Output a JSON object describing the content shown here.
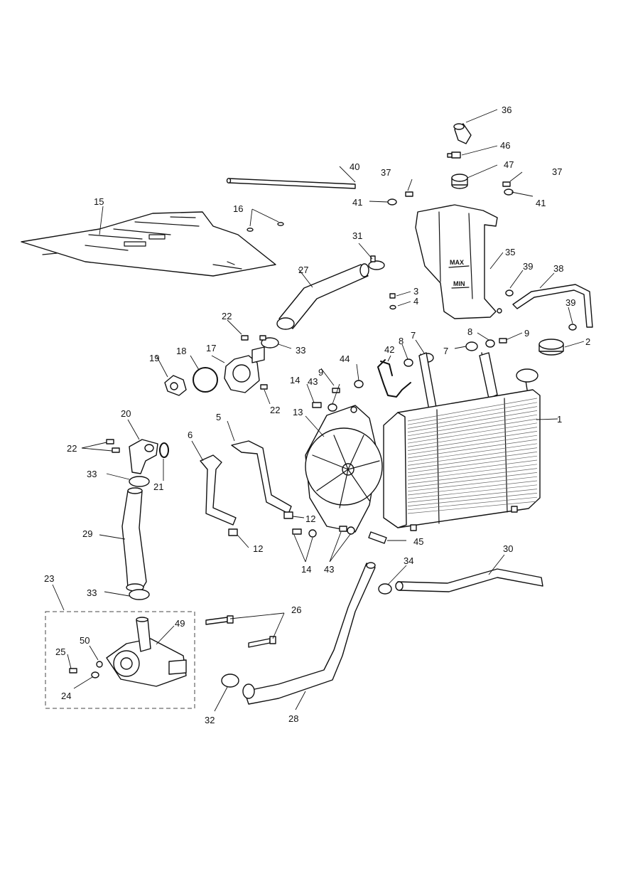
{
  "callouts": {
    "c1": "1",
    "c2": "2",
    "c3": "3",
    "c4": "4",
    "c5": "5",
    "c6": "6",
    "c7a": "7",
    "c7b": "7",
    "c8a": "8",
    "c8b": "8",
    "c9a": "9",
    "c9b": "9",
    "c12a": "12",
    "c12b": "12",
    "c13": "13",
    "c14a": "14",
    "c14b": "14",
    "c15": "15",
    "c16": "16",
    "c17": "17",
    "c18": "18",
    "c19": "19",
    "c20": "20",
    "c21": "21",
    "c22a": "22",
    "c22b": "22",
    "c22c": "22",
    "c23": "23",
    "c24": "24",
    "c25": "25",
    "c26": "26",
    "c27": "27",
    "c28": "28",
    "c29": "29",
    "c30": "30",
    "c31": "31",
    "c32": "32",
    "c33a": "33",
    "c33b": "33",
    "c33c": "33",
    "c34": "34",
    "c35": "35",
    "c36": "36",
    "c37a": "37",
    "c37b": "37",
    "c38": "38",
    "c39a": "39",
    "c39b": "39",
    "c40": "40",
    "c41a": "41",
    "c41b": "41",
    "c42": "42",
    "c43a": "43",
    "c43b": "43",
    "c44": "44",
    "c45": "45",
    "c46": "46",
    "c47": "47",
    "c49": "49",
    "c50": "50"
  },
  "tank_marks": {
    "max": "MAX",
    "min": "MIN"
  }
}
